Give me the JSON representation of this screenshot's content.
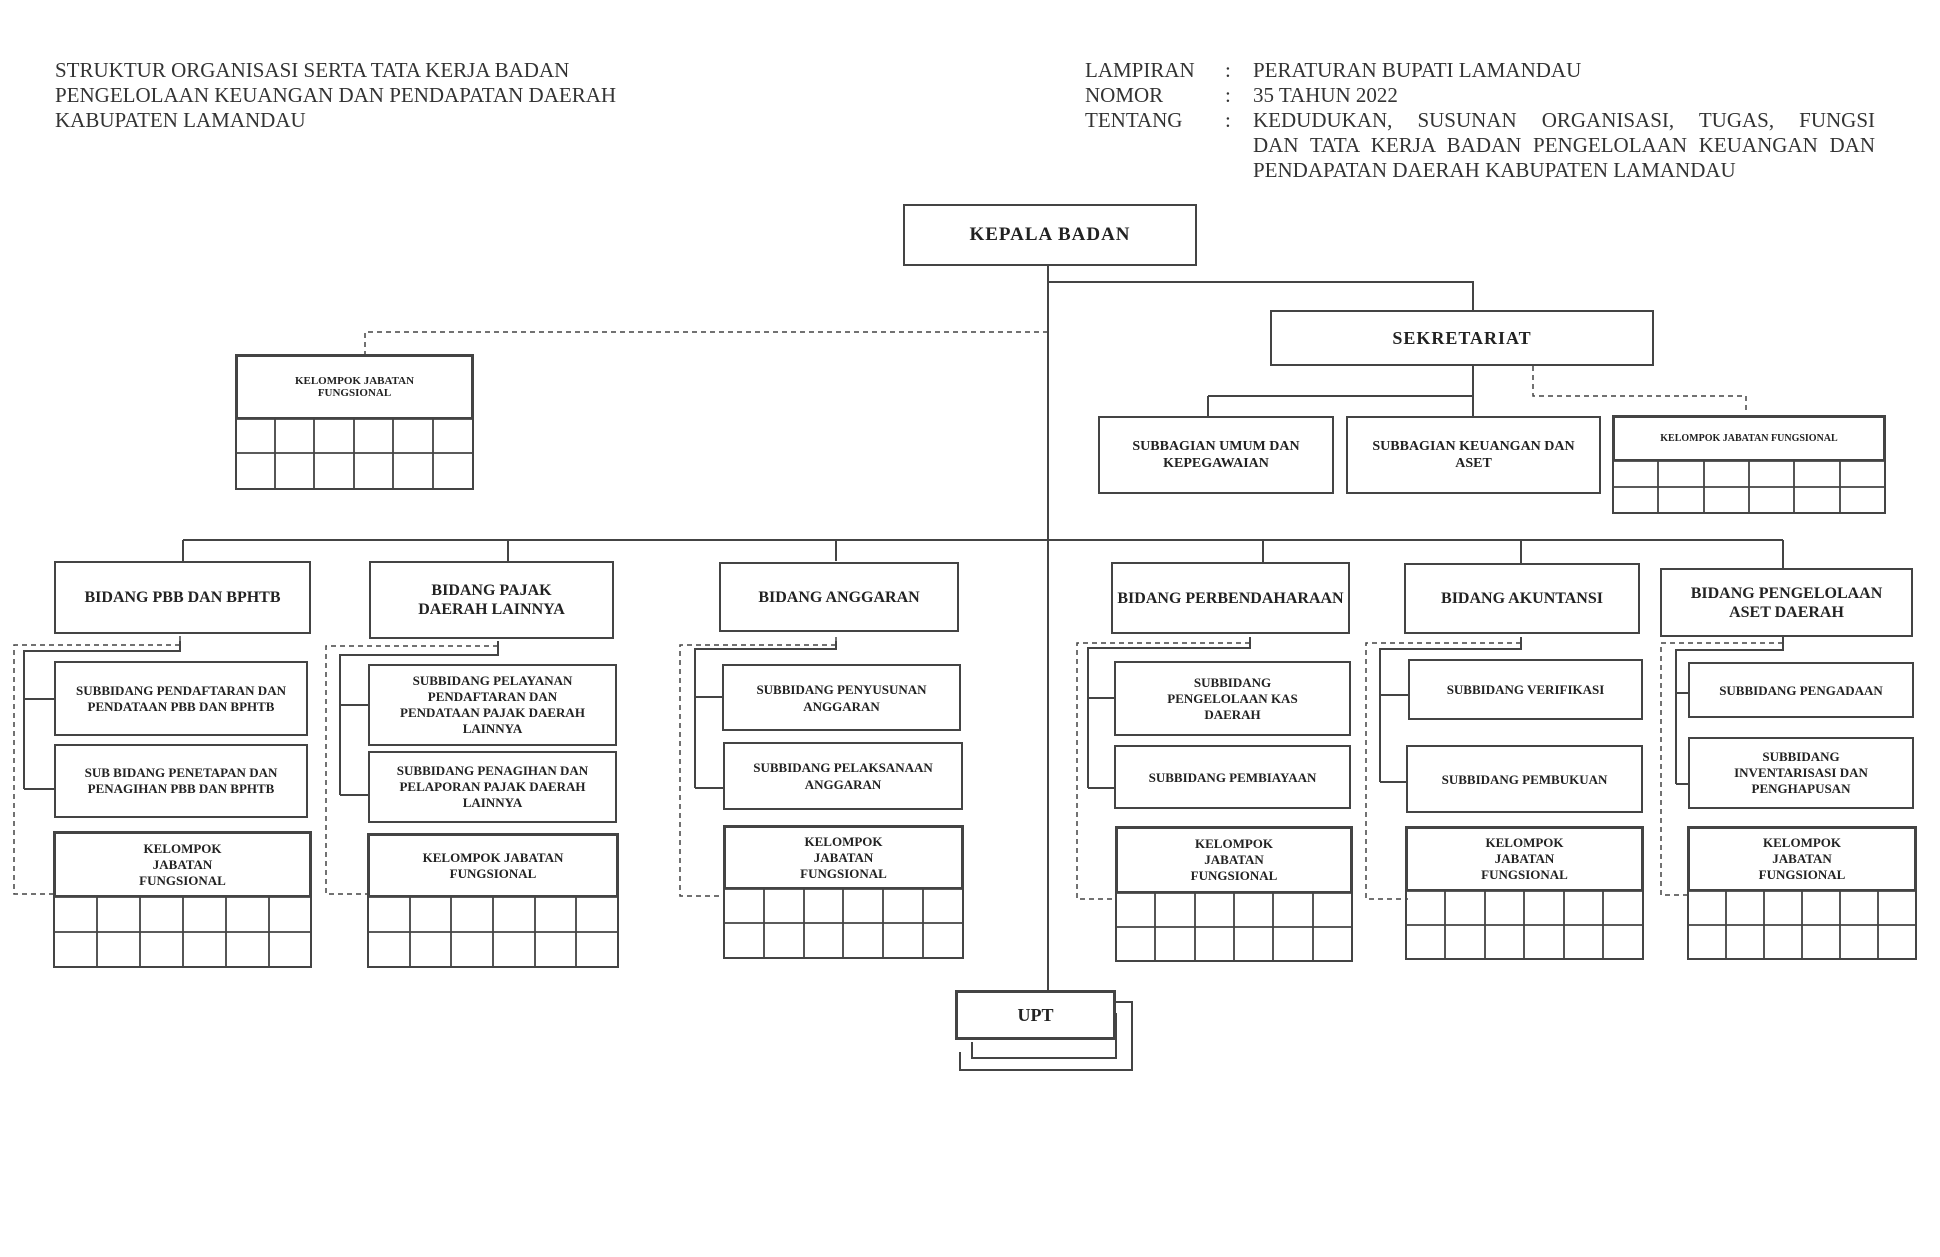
{
  "header": {
    "left_lines": [
      "STRUKTUR ORGANISASI SERTA TATA KERJA BADAN",
      "PENGELOLAAN KEUANGAN DAN PENDAPATAN DAERAH",
      "KABUPATEN LAMANDAU"
    ],
    "lampiran_label": "LAMPIRAN",
    "nomor_label": "NOMOR",
    "tentang_label": "TENTANG",
    "separator": ":",
    "lampiran_value": "PERATURAN BUPATI LAMANDAU",
    "nomor_value": "35 TAHUN 2022",
    "tentang_lines": [
      "KEDUDUKAN, SUSUNAN ORGANISASI, TUGAS, FUNGSI",
      "DAN TATA KERJA BADAN PENGELOLAAN KEUANGAN DAN",
      "PENDAPATAN DAERAH KABUPATEN LAMANDAU"
    ]
  },
  "org": {
    "kepala": "KEPALA BADAN",
    "sekretariat": "SEKRETARIAT",
    "kjf_top": "KELOMPOK JABATAN FUNGSIONAL",
    "subbagian_umum": "SUBBAGIAN UMUM DAN KEPEGAWAIAN",
    "subbagian_keuangan": "SUBBAGIAN KEUANGAN DAN ASET",
    "kjf_sekretariat": "KELOMPOK JABATAN FUNGSIONAL",
    "upt": "UPT",
    "bidang": [
      {
        "name": "BIDANG PBB DAN BPHTB",
        "subs": [
          "SUBBIDANG PENDAFTARAN DAN PENDATAAN PBB DAN BPHTB",
          "SUB BIDANG PENETAPAN DAN PENAGIHAN PBB DAN BPHTB"
        ],
        "kjf": "KELOMPOK JABATAN FUNGSIONAL"
      },
      {
        "name": "BIDANG PAJAK DAERAH LAINNYA",
        "subs": [
          "SUBBIDANG PELAYANAN PENDAFTARAN DAN PENDATAAN PAJAK DAERAH LAINNYA",
          "SUBBIDANG PENAGIHAN DAN PELAPORAN PAJAK DAERAH LAINNYA"
        ],
        "kjf": "KELOMPOK JABATAN FUNGSIONAL"
      },
      {
        "name": "BIDANG ANGGARAN",
        "subs": [
          "SUBBIDANG PENYUSUNAN ANGGARAN",
          "SUBBIDANG PELAKSANAAN ANGGARAN"
        ],
        "kjf": "KELOMPOK JABATAN FUNGSIONAL"
      },
      {
        "name": "BIDANG PERBENDAHARAAN",
        "subs": [
          "SUBBIDANG PENGELOLAAN KAS DAERAH",
          "SUBBIDANG PEMBIAYAAN"
        ],
        "kjf": "KELOMPOK JABATAN FUNGSIONAL"
      },
      {
        "name": "BIDANG AKUNTANSI",
        "subs": [
          "SUBBIDANG VERIFIKASI",
          "SUBBIDANG PEMBUKUAN"
        ],
        "kjf": "KELOMPOK JABATAN FUNGSIONAL"
      },
      {
        "name": "BIDANG PENGELOLAAN ASET DAERAH",
        "subs": [
          "SUBBIDANG PENGADAAN",
          "SUBBIDANG INVENTARISASI DAN PENGHAPUSAN"
        ],
        "kjf": "KELOMPOK JABATAN FUNGSIONAL"
      }
    ]
  }
}
